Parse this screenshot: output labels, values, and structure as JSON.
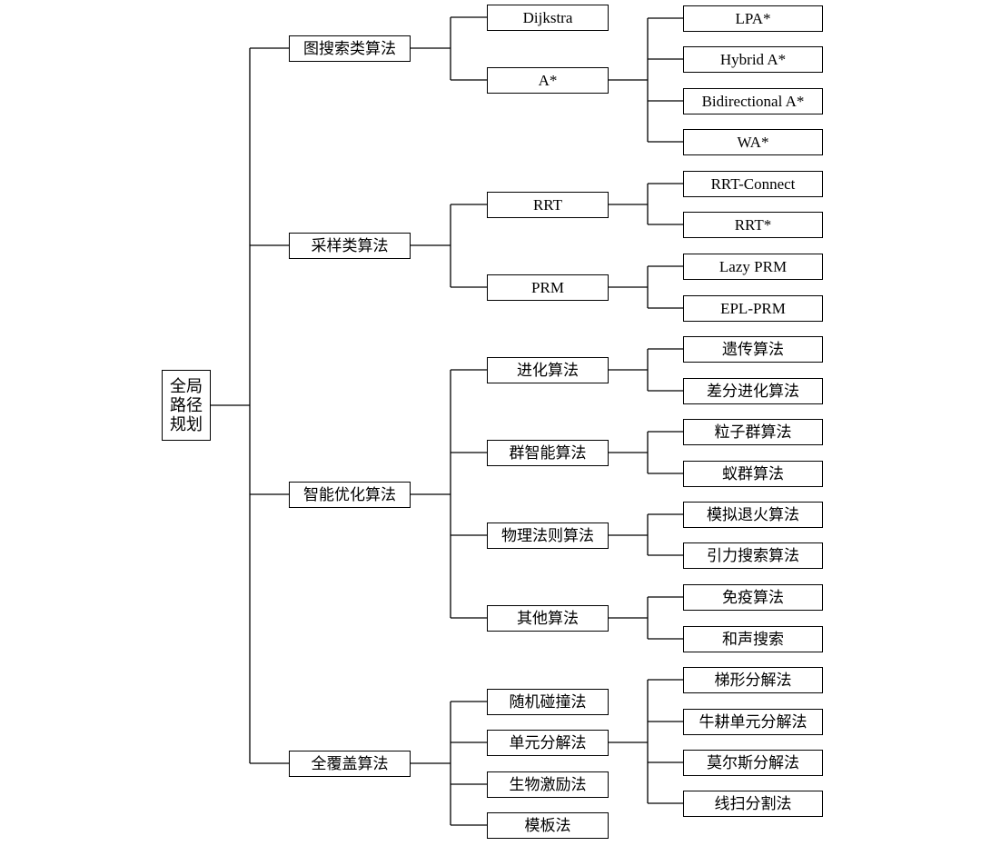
{
  "root": {
    "label": "全局\n路径\n规划"
  },
  "categories": [
    {
      "label": "图搜索类算法",
      "children": [
        {
          "label": "Dijkstra",
          "children": []
        },
        {
          "label": "A*",
          "children": [
            "LPA*",
            "Hybrid A*",
            "Bidirectional A*",
            "WA*"
          ]
        }
      ]
    },
    {
      "label": "采样类算法",
      "children": [
        {
          "label": "RRT",
          "children": [
            "RRT-Connect",
            "RRT*"
          ]
        },
        {
          "label": "PRM",
          "children": [
            "Lazy PRM",
            "EPL-PRM"
          ]
        }
      ]
    },
    {
      "label": "智能优化算法",
      "children": [
        {
          "label": "进化算法",
          "children": [
            "遗传算法",
            "差分进化算法"
          ]
        },
        {
          "label": "群智能算法",
          "children": [
            "粒子群算法",
            "蚁群算法"
          ]
        },
        {
          "label": "物理法则算法",
          "children": [
            "模拟退火算法",
            "引力搜索算法"
          ]
        },
        {
          "label": "其他算法",
          "children": [
            "免疫算法",
            "和声搜索"
          ]
        }
      ]
    },
    {
      "label": "全覆盖算法",
      "children": [
        {
          "label": "随机碰撞法",
          "children": []
        },
        {
          "label": "单元分解法",
          "children": [
            "梯形分解法",
            "牛耕单元分解法",
            "莫尔斯分解法",
            "线扫分割法"
          ]
        },
        {
          "label": "生物激励法",
          "children": []
        },
        {
          "label": "模板法",
          "children": []
        }
      ]
    }
  ]
}
